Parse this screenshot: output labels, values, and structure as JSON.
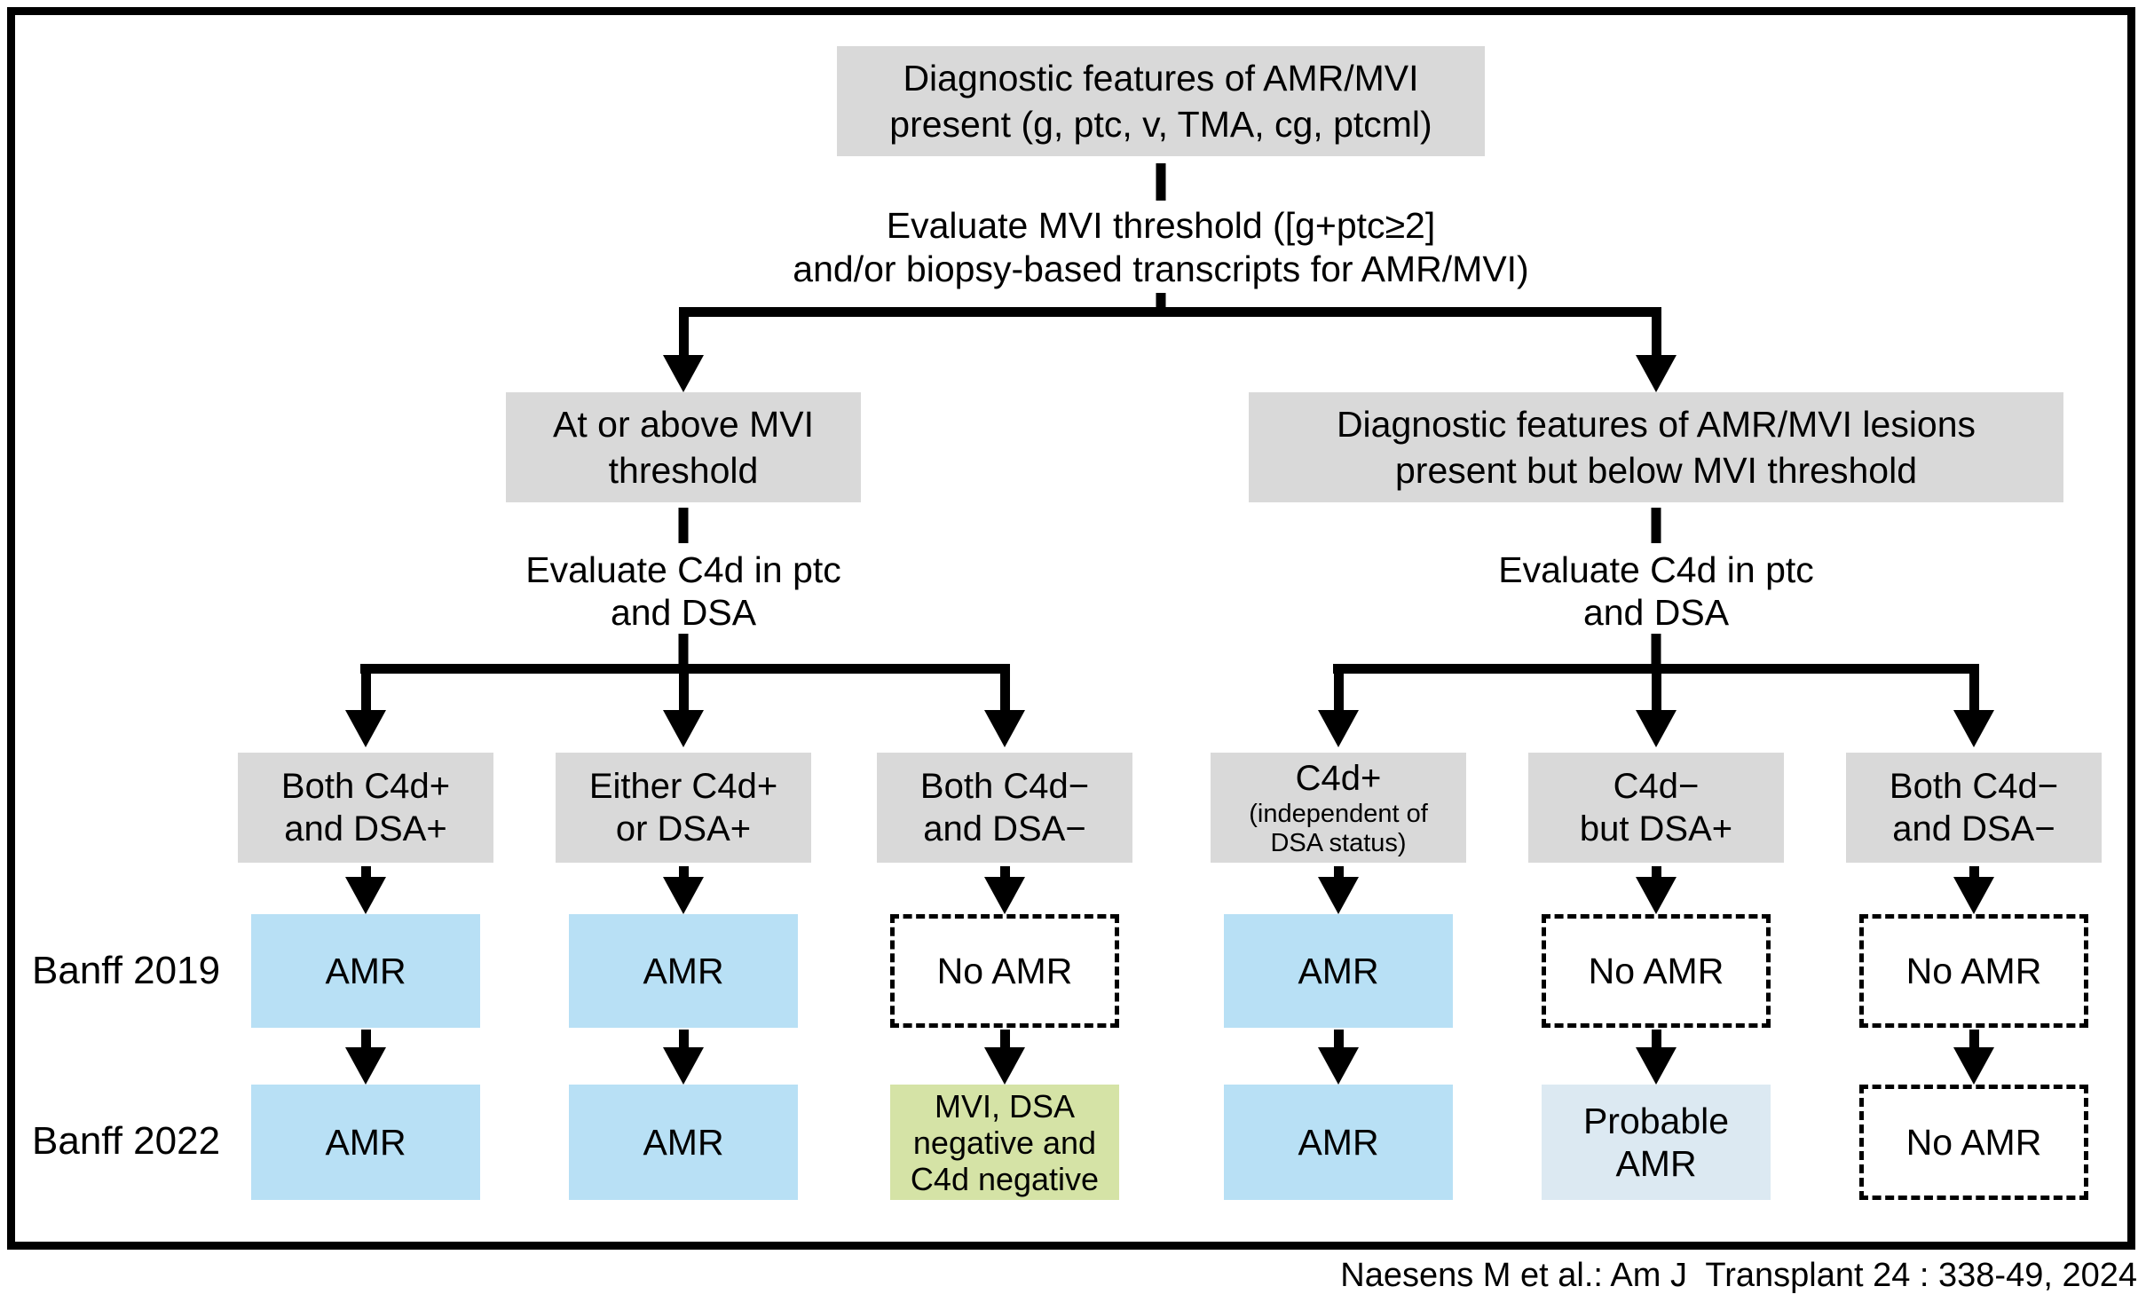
{
  "colors": {
    "gray": "#d9d9d9",
    "blue": "#b8e0f5",
    "green": "#d5e3a6",
    "pale": "#dce9f2",
    "line": "#000000"
  },
  "top_box": {
    "line1": "Diagnostic features of AMR/MVI",
    "line2": "present (g, ptc, v, TMA, cg, ptcml)"
  },
  "eval_mvi": {
    "line1": "Evaluate MVI threshold ([g+ptc≥2]",
    "line2": "and/or biopsy-based transcripts for AMR/MVI)"
  },
  "left_branch": {
    "box_line1": "At or above MVI",
    "box_line2": "threshold",
    "eval_line1": "Evaluate C4d in ptc",
    "eval_line2": "and DSA"
  },
  "right_branch": {
    "box_line1": "Diagnostic features of AMR/MVI lesions",
    "box_line2": "present but below MVI threshold",
    "eval_line1": "Evaluate C4d in ptc",
    "eval_line2": "and DSA"
  },
  "row_labels": {
    "banff2019": "Banff 2019",
    "banff2022": "Banff 2022"
  },
  "columns": [
    {
      "condition": {
        "lines": [
          "Both C4d+",
          "and DSA+"
        ]
      },
      "banff2019": {
        "label": "AMR",
        "style": "blue"
      },
      "banff2022": {
        "lines": [
          "AMR"
        ],
        "style": "blue"
      }
    },
    {
      "condition": {
        "lines": [
          "Either C4d+",
          "or DSA+"
        ]
      },
      "banff2019": {
        "label": "AMR",
        "style": "blue"
      },
      "banff2022": {
        "lines": [
          "AMR"
        ],
        "style": "blue"
      }
    },
    {
      "condition": {
        "lines": [
          "Both C4d−",
          "and DSA−"
        ]
      },
      "banff2019": {
        "label": "No AMR",
        "style": "dashed"
      },
      "banff2022": {
        "lines": [
          "MVI, DSA",
          "negative and",
          "C4d negative"
        ],
        "style": "green"
      }
    },
    {
      "condition": {
        "lines": [
          "C4d+",
          "(independent of",
          "DSA status)"
        ]
      },
      "banff2019": {
        "label": "AMR",
        "style": "blue"
      },
      "banff2022": {
        "lines": [
          "AMR"
        ],
        "style": "blue"
      }
    },
    {
      "condition": {
        "lines": [
          "C4d−",
          "but DSA+"
        ]
      },
      "banff2019": {
        "label": "No AMR",
        "style": "dashed"
      },
      "banff2022": {
        "lines": [
          "Probable",
          "AMR"
        ],
        "style": "pale"
      }
    },
    {
      "condition": {
        "lines": [
          "Both C4d−",
          "and DSA−"
        ]
      },
      "banff2019": {
        "label": "No AMR",
        "style": "dashed"
      },
      "banff2022": {
        "lines": [
          "No AMR"
        ],
        "style": "dashed"
      }
    }
  ],
  "citation": "Naesens M et al.: Am J  Transplant 24 : 338-49, 2024"
}
